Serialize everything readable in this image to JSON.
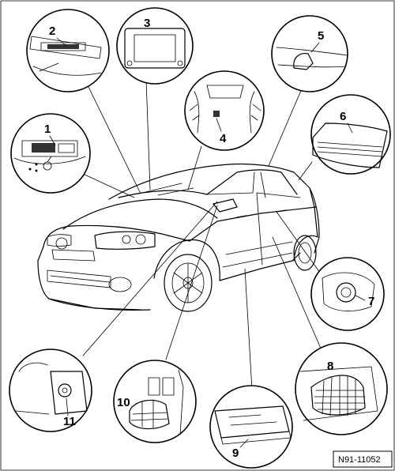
{
  "figure": {
    "reference": "N91-11052",
    "callouts": [
      {
        "id": 1,
        "label": "1"
      },
      {
        "id": 2,
        "label": "2"
      },
      {
        "id": 3,
        "label": "3"
      },
      {
        "id": 4,
        "label": "4"
      },
      {
        "id": 5,
        "label": "5"
      },
      {
        "id": 6,
        "label": "6"
      },
      {
        "id": 7,
        "label": "7"
      },
      {
        "id": 8,
        "label": "8"
      },
      {
        "id": 9,
        "label": "9"
      },
      {
        "id": 10,
        "label": "10"
      },
      {
        "id": 11,
        "label": "11"
      }
    ]
  }
}
